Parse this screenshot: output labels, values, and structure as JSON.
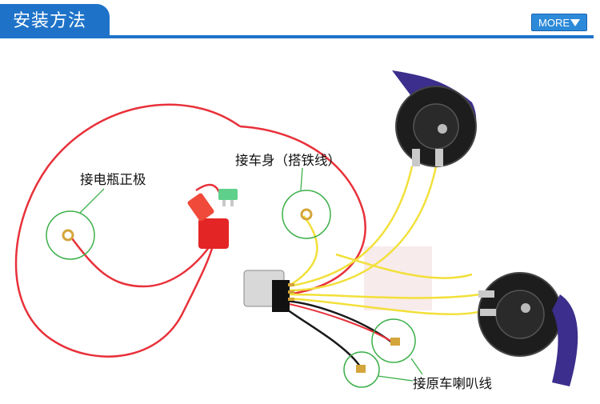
{
  "header": {
    "title": "安装方法",
    "more_label": "MORE"
  },
  "labels": {
    "battery_positive": "接电瓶正极",
    "body_ground": "接车身（搭铁线）",
    "original_horn_wire": "接原车喇叭线"
  },
  "colors": {
    "accent": "#1e73c9",
    "red_wire": "#e8313a",
    "yellow_wire": "#f2e03a",
    "black_wire": "#1a1a1a",
    "circle": "#3cb04a",
    "horn_shell": "#3b2e8c"
  },
  "icons": [
    "chevron-down-icon"
  ]
}
